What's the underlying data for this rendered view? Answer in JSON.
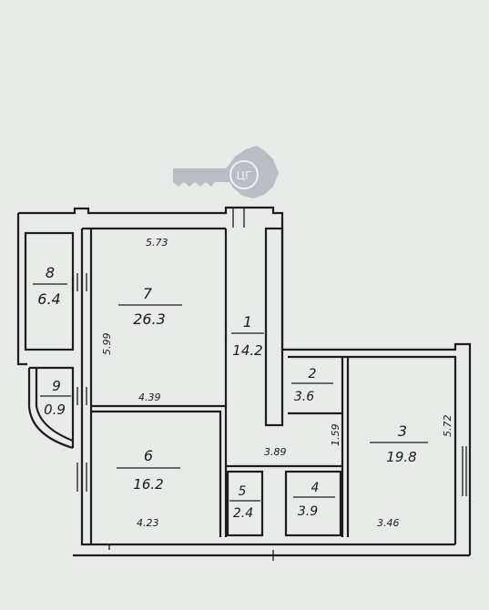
{
  "logo": {
    "text": "ЦГ"
  },
  "rooms": [
    {
      "id": "1",
      "number": "1",
      "area": "14.2"
    },
    {
      "id": "2",
      "number": "2",
      "area": "3.6"
    },
    {
      "id": "3",
      "number": "3",
      "area": "19.8"
    },
    {
      "id": "4",
      "number": "4",
      "area": "3.9"
    },
    {
      "id": "5",
      "number": "5",
      "area": "2.4"
    },
    {
      "id": "6",
      "number": "6",
      "area": "16.2"
    },
    {
      "id": "7",
      "number": "7",
      "area": "26.3"
    },
    {
      "id": "8",
      "number": "8",
      "area": "6.4"
    },
    {
      "id": "9",
      "number": "9",
      "area": "0.9"
    }
  ],
  "dimensions": {
    "room7_width": "5.73",
    "room7_height": "5.99",
    "room7_bottom": "4.39",
    "room6_bottom": "4.23",
    "corridor": "3.89",
    "room2_height": "1.59",
    "room3_height": "5.72",
    "room3_bottom": "3.46"
  }
}
